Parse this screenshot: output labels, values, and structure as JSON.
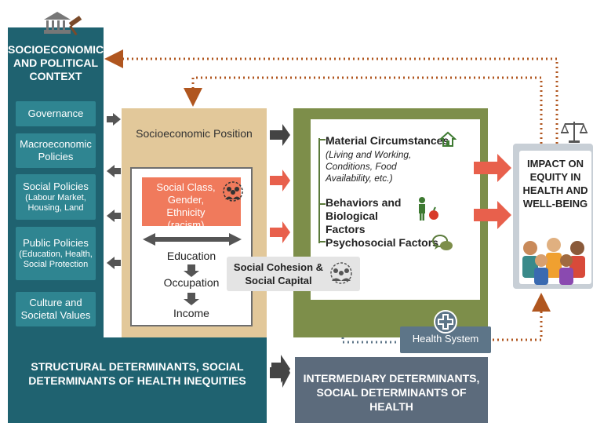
{
  "context": {
    "title": "SOCIOECONOMIC AND POLITICAL CONTEXT",
    "items": [
      {
        "label": "Governance"
      },
      {
        "label": "Macroeconomic Policies"
      },
      {
        "label": "Social Policies",
        "sub": "(Labour Market, Housing, Land"
      },
      {
        "label": "Public Policies",
        "sub": "(Education, Health, Social Protection"
      },
      {
        "label": "Culture and Societal Values"
      }
    ]
  },
  "structural": {
    "title": "STRUCTURAL DETERMINANTS, SOCIAL DETERMINANTS OF HEALTH INEQUITIES"
  },
  "socioeconomic": {
    "title": "Socioeconomic Position",
    "social_class": "Social Class, Gender, Ethnicity (racism)",
    "education": "Education",
    "occupation": "Occupation",
    "income": "Income"
  },
  "intermediary": {
    "material_title": "Material Circumstances",
    "material_sub": "(Living and Working, Conditions, Food Availability, etc.)",
    "behaviors_title": "Behaviors and Biological Factors",
    "psychosocial_title": "Psychosocial Factors",
    "band_title": "INTERMEDIARY DETERMINANTS, SOCIAL DETERMINANTS OF HEALTH"
  },
  "cohesion": {
    "label": "Social Cohesion & Social Capital"
  },
  "health_system": {
    "label": "Health System"
  },
  "impact": {
    "label": "IMPACT ON EQUITY IN HEALTH AND WELL-BEING"
  },
  "colors": {
    "context_teal": "#1f6270",
    "item_teal": "#2f8591",
    "sep_tan": "#e2c89a",
    "social_class_red": "#f07a5c",
    "inter_olive": "#7d8e4a",
    "inter_band_slate": "#5c6b7c",
    "arrow_red": "#e8604c",
    "dotted_brown": "#b0561f"
  },
  "icons": [
    "capitol-gavel-icon",
    "house-icon",
    "person-apple-icon",
    "speech-bubbles-icon",
    "people-group-icon",
    "medical-cross-icon",
    "scales-icon",
    "crowd-icon"
  ]
}
